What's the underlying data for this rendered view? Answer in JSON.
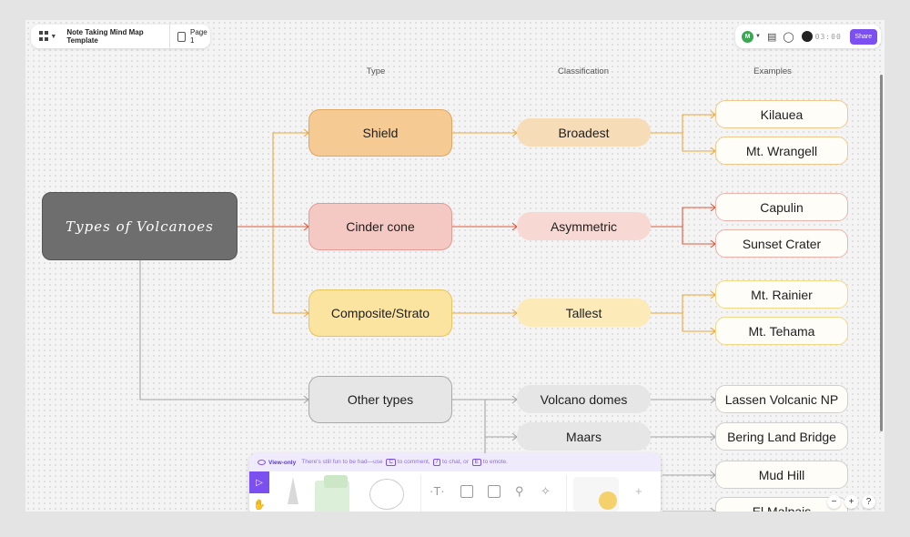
{
  "top_bar": {
    "doc_title": "Note Taking Mind Map Template",
    "page_label": "Page 1",
    "avatar_initial": "M",
    "timer": "03:00",
    "share_label": "Share"
  },
  "columns": {
    "type": "Type",
    "classification": "Classification",
    "examples": "Examples"
  },
  "root": "Types of Volcanoes",
  "types": {
    "shield": "Shield",
    "cinder": "Cinder cone",
    "composite": "Composite/Strato",
    "other": "Other types"
  },
  "classifications": {
    "broadest": "Broadest",
    "asymmetric": "Asymmetric",
    "tallest": "Tallest",
    "domes": "Volcano domes",
    "maars": "Maars"
  },
  "examples": {
    "kilauea": "Kilauea",
    "wrangell": "Mt. Wrangell",
    "capulin": "Capulin",
    "sunset": "Sunset Crater",
    "rainier": "Mt. Rainier",
    "tehama": "Mt. Tehama",
    "lassen": "Lassen Volcanic NP",
    "bering": "Bering Land Bridge",
    "mudhill": "Mud Hill",
    "elmalpais": "El Malpais"
  },
  "toolbar": {
    "view_only": "View-only",
    "hint_start": "There's still fun to be had—use",
    "key_comment": "C",
    "hint_comment": "to comment,",
    "key_chat": "/",
    "hint_chat": "to chat, or",
    "key_emote": "E",
    "hint_emote": "to emote."
  },
  "zoom": {
    "minus": "−",
    "plus": "+",
    "help": "?"
  },
  "colors": {
    "shield_fill": "#f5ca93",
    "shield_stroke": "#e0a55e",
    "shield_class": "#f7dcb8",
    "shield_example_border": "#f0c88e",
    "cinder_fill": "#f5c9c3",
    "cinder_stroke": "#e39a93",
    "cinder_class": "#f8d8d3",
    "cinder_example_border": "#ecb3ac",
    "comp_fill": "#fbe3a0",
    "comp_stroke": "#e8c45a",
    "comp_class": "#fcebb8",
    "comp_example_border": "#f3d887",
    "other_fill": "#e6e6e6",
    "other_stroke": "#a8a8a8",
    "other_example_border": "#cfcfcf",
    "wire_orange": "#f0a83a",
    "wire_red": "#e0573a",
    "wire_gray": "#a5a5a5",
    "accent": "#7b4ff0"
  }
}
